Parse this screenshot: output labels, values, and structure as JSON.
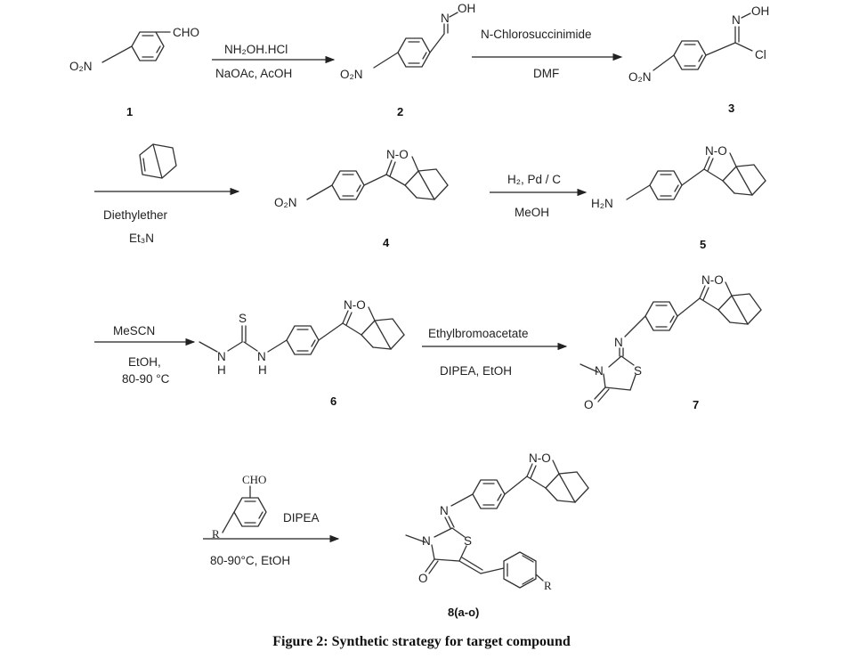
{
  "caption": "Figure 2: Synthetic strategy for target compound",
  "compounds": {
    "c1": {
      "number": "1",
      "labels": {
        "cho": "CHO",
        "o2n": "O₂N"
      }
    },
    "c2": {
      "number": "2",
      "labels": {
        "noh_n": "N",
        "noh_oh": "OH",
        "o2n": "O₂N"
      }
    },
    "c3": {
      "number": "3",
      "labels": {
        "noh_n": "N",
        "noh_oh": "OH",
        "cl": "Cl",
        "o2n": "O₂N"
      }
    },
    "c4": {
      "number": "4",
      "labels": {
        "ring": "N-O",
        "o2n": "O₂N"
      }
    },
    "c5": {
      "number": "5",
      "labels": {
        "ring": "N-O",
        "h2n": "H₂N"
      }
    },
    "c6": {
      "number": "6",
      "labels": {
        "ring": "N-O",
        "s": "S",
        "nh1_n": "N",
        "nh1_h": "H",
        "nh2_n": "N",
        "nh2_h": "H"
      }
    },
    "c7": {
      "number": "7",
      "labels": {
        "ring": "N-O",
        "n_exo": "N",
        "n_ring": "N",
        "s": "S",
        "o": "O"
      }
    },
    "c8": {
      "number": "8(a-o)",
      "labels": {
        "ring": "N-O",
        "n_exo": "N",
        "n_ring": "N",
        "s": "S",
        "o": "O",
        "r": "R"
      }
    }
  },
  "reactions": {
    "r1": {
      "top": "NH₂OH.HCl",
      "bottom": "NaOAc, AcOH"
    },
    "r2": {
      "top": "N-Chlorosuccinimide",
      "bottom": "DMF"
    },
    "r3": {
      "bottom1": "Diethylether",
      "bottom2": "Et₃N"
    },
    "r4": {
      "top": "H₂, Pd / C",
      "bottom": "MeOH"
    },
    "r5": {
      "top": "MeSCN",
      "bottom1": "EtOH,",
      "bottom2": "80-90 °C"
    },
    "r6": {
      "top": "Ethylbromoacetate",
      "bottom": "DIPEA, EtOH"
    },
    "r7": {
      "reagent_cho": "CHO",
      "reagent_r": "R",
      "side": "DIPEA",
      "bottom": "80-90°C, EtOH"
    }
  }
}
